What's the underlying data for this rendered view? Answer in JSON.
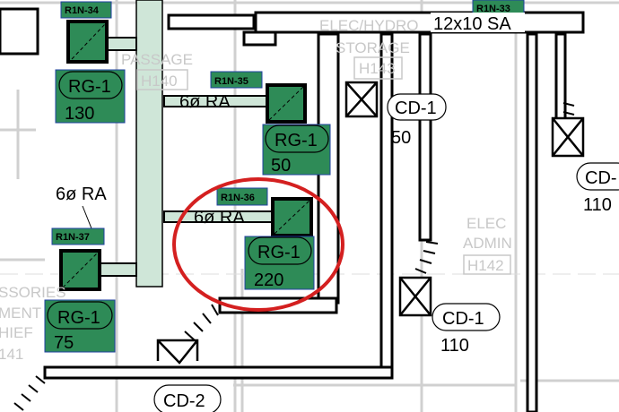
{
  "colors": {
    "grille": "#2e8b57",
    "duct_ra": "#cfe6d8",
    "highlight": "#d42020",
    "wall": "#d0d0d0"
  },
  "rooms": [
    {
      "name": "PASSAGE",
      "number": "H140"
    },
    {
      "name_line1": "ELEC/HYDRO",
      "name_line2": "STORAGE",
      "number": "H143"
    },
    {
      "name_line1": "ELEC",
      "name_line2": "ADMIN",
      "number": "H142"
    },
    {
      "name_line1": "SSORIES",
      "name_line2": "MENT",
      "name_line3": "HIEF",
      "number": "141"
    }
  ],
  "duct_labels": {
    "supply": "12x10 SA",
    "ra1": "6ø RA",
    "ra2": "6ø RA",
    "ra3": "6ø RA"
  },
  "tags": [
    "R1N-34",
    "R1N-35",
    "R1N-36",
    "R1N-37",
    "R1N-33"
  ],
  "grilles": [
    {
      "type": "RG-1",
      "cfm": "130"
    },
    {
      "type": "RG-1",
      "cfm": "50"
    },
    {
      "type": "RG-1",
      "cfm": "220"
    },
    {
      "type": "RG-1",
      "cfm": "75"
    }
  ],
  "diffusers": [
    {
      "type": "CD-1",
      "cfm": "50"
    },
    {
      "type": "CD-1",
      "cfm": "110"
    },
    {
      "type": "CD-",
      "cfm": "110"
    },
    {
      "type": "CD-2"
    }
  ]
}
